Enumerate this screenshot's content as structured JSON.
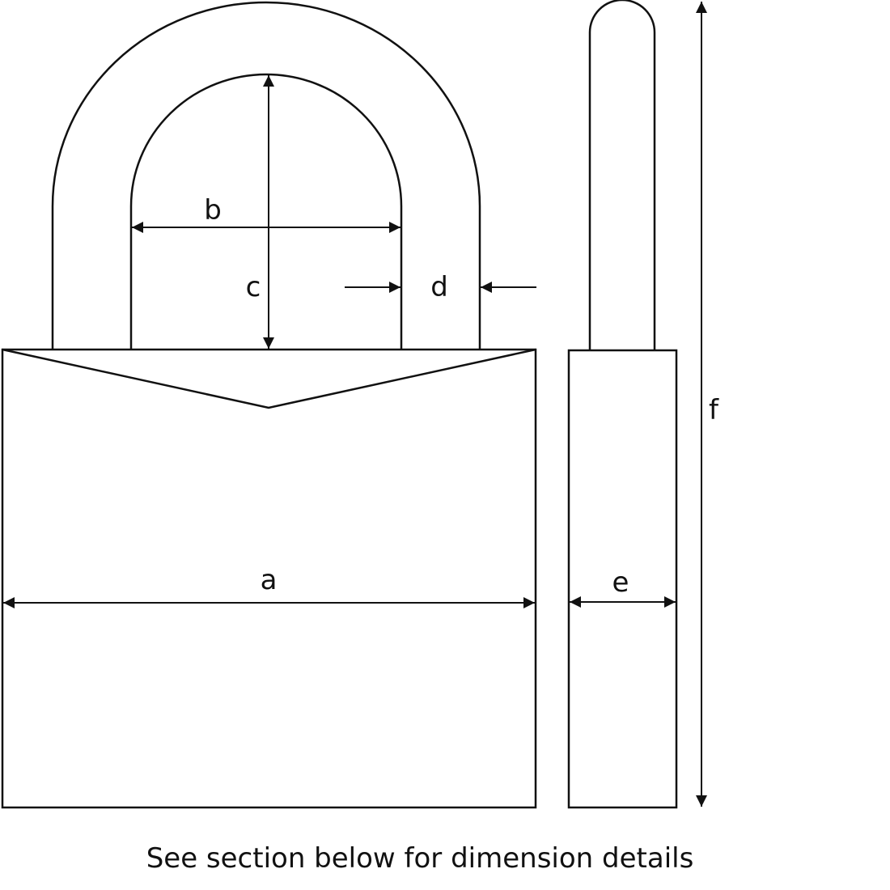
{
  "diagram": {
    "labels": {
      "a": "a",
      "b": "b",
      "c": "c",
      "d": "d",
      "e": "e",
      "f": "f"
    },
    "caption": "See section below for dimension details"
  },
  "colors": {
    "line": "#111111",
    "background": "#ffffff"
  }
}
